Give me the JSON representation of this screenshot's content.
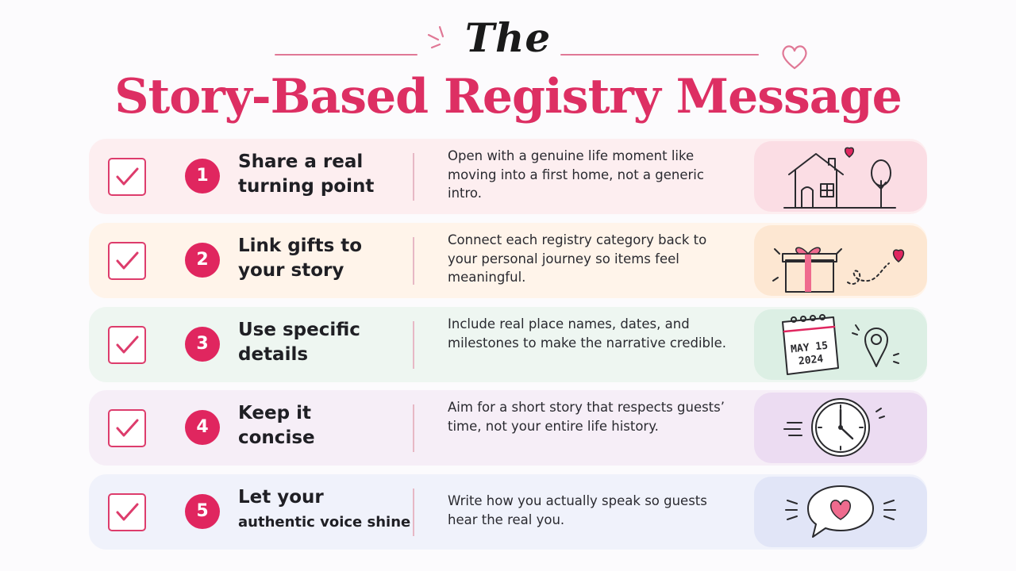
{
  "header": {
    "small_title": "The",
    "main_title": "Story-Based Registry Message"
  },
  "colors": {
    "accent": "#dd2f63",
    "badge": "#e0265f",
    "ink": "#1f1f24"
  },
  "steps": [
    {
      "number": "1",
      "heading_lines": [
        "Share a real",
        "turning point"
      ],
      "description": "Open with a genuine life moment like moving into a first home, not a generic intro.",
      "icon": "house-icon"
    },
    {
      "number": "2",
      "heading_lines": [
        "Link gifts to",
        "your story"
      ],
      "description": "Connect each registry category back to your personal journey so items feel meaningful.",
      "icon": "gift-icon"
    },
    {
      "number": "3",
      "heading_lines": [
        "Use specific",
        "details"
      ],
      "description": "Include real place names, dates, and milestones to make the narrative credible.",
      "icon": "calendar-pin-icon",
      "calendar_month_day": "MAY 15",
      "calendar_year": "2024"
    },
    {
      "number": "4",
      "heading_lines": [
        "Keep it",
        "concise"
      ],
      "description": "Aim for a short story that respects guests’ time, not your entire life history.",
      "icon": "clock-icon"
    },
    {
      "number": "5",
      "heading_lines": [
        "Let your",
        "authentic voice shine"
      ],
      "description": "Write how you actually speak so guests hear the real you.",
      "icon": "speech-heart-icon"
    }
  ]
}
